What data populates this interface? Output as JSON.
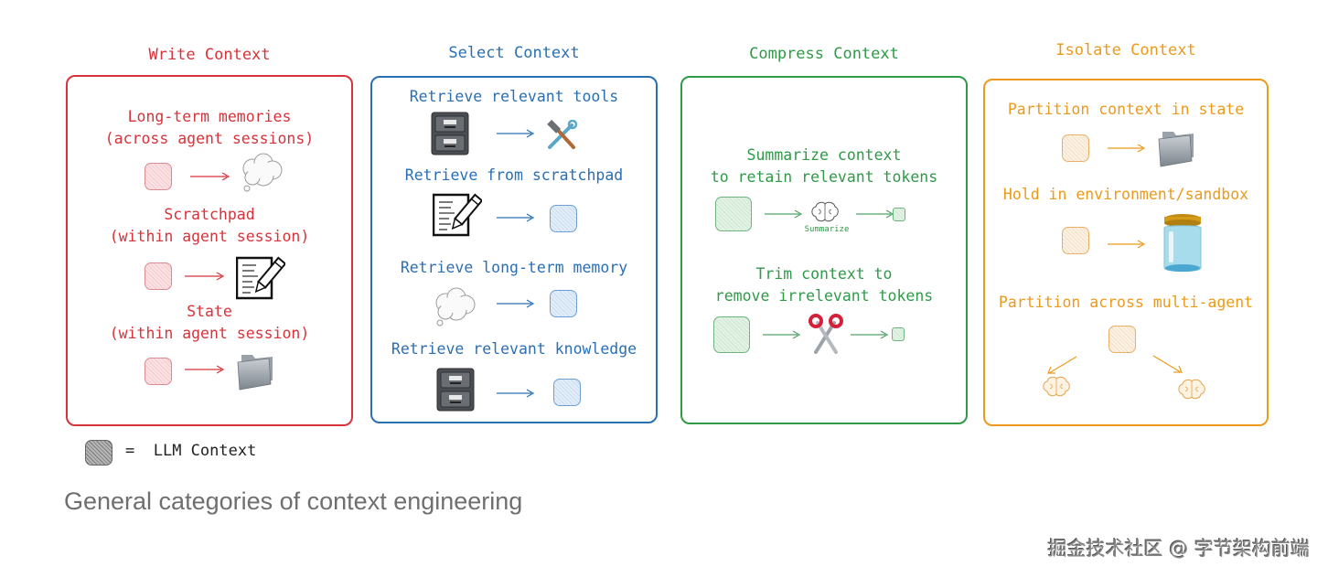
{
  "columns": [
    {
      "id": "write",
      "title": "Write Context",
      "color": "#d8333a",
      "items": [
        {
          "label_lines": [
            "Long-term memories",
            "(across agent sessions)"
          ],
          "from": "llm-context",
          "to": "thought-cloud-icon"
        },
        {
          "label_lines": [
            "Scratchpad",
            "(within agent session)"
          ],
          "from": "llm-context",
          "to": "notepad-pencil-icon"
        },
        {
          "label_lines": [
            "State",
            "(within agent session)"
          ],
          "from": "llm-context",
          "to": "folder-icon"
        }
      ]
    },
    {
      "id": "select",
      "title": "Select Context",
      "color": "#2a6fb5",
      "items": [
        {
          "label_lines": [
            "Retrieve relevant tools"
          ],
          "from": "file-cabinet-icon",
          "to": "hammer-wrench-icon"
        },
        {
          "label_lines": [
            "Retrieve from scratchpad"
          ],
          "from": "notepad-pencil-icon",
          "to": "llm-context"
        },
        {
          "label_lines": [
            "Retrieve long-term memory"
          ],
          "from": "thought-cloud-icon",
          "to": "llm-context"
        },
        {
          "label_lines": [
            "Retrieve relevant knowledge"
          ],
          "from": "file-cabinet-icon",
          "to": "llm-context"
        }
      ]
    },
    {
      "id": "compress",
      "title": "Compress Context",
      "color": "#2f9a48",
      "items": [
        {
          "label_lines": [
            "Summarize context",
            "to retain relevant tokens"
          ],
          "from": "llm-context",
          "via": "brain-icon",
          "via_label": "Summarize",
          "to": "llm-context-small"
        },
        {
          "label_lines": [
            "Trim context to",
            "remove irrelevant tokens"
          ],
          "from": "llm-context",
          "via": "scissors-icon",
          "to": "llm-context-small"
        }
      ]
    },
    {
      "id": "isolate",
      "title": "Isolate Context",
      "color": "#ec9a1b",
      "items": [
        {
          "label_lines": [
            "Partition context in state"
          ],
          "from": "llm-context",
          "to": "folder-icon"
        },
        {
          "label_lines": [
            "Hold in environment/sandbox"
          ],
          "from": "llm-context",
          "to": "jar-icon"
        },
        {
          "label_lines": [
            "Partition across multi-agent"
          ],
          "from": "llm-context",
          "to": [
            "brain-icon",
            "brain-icon"
          ]
        }
      ]
    }
  ],
  "legend": {
    "symbol": "=",
    "label": "LLM Context"
  },
  "caption": "General categories of context engineering",
  "watermark": "掘金技术社区 @ 字节架构前端"
}
